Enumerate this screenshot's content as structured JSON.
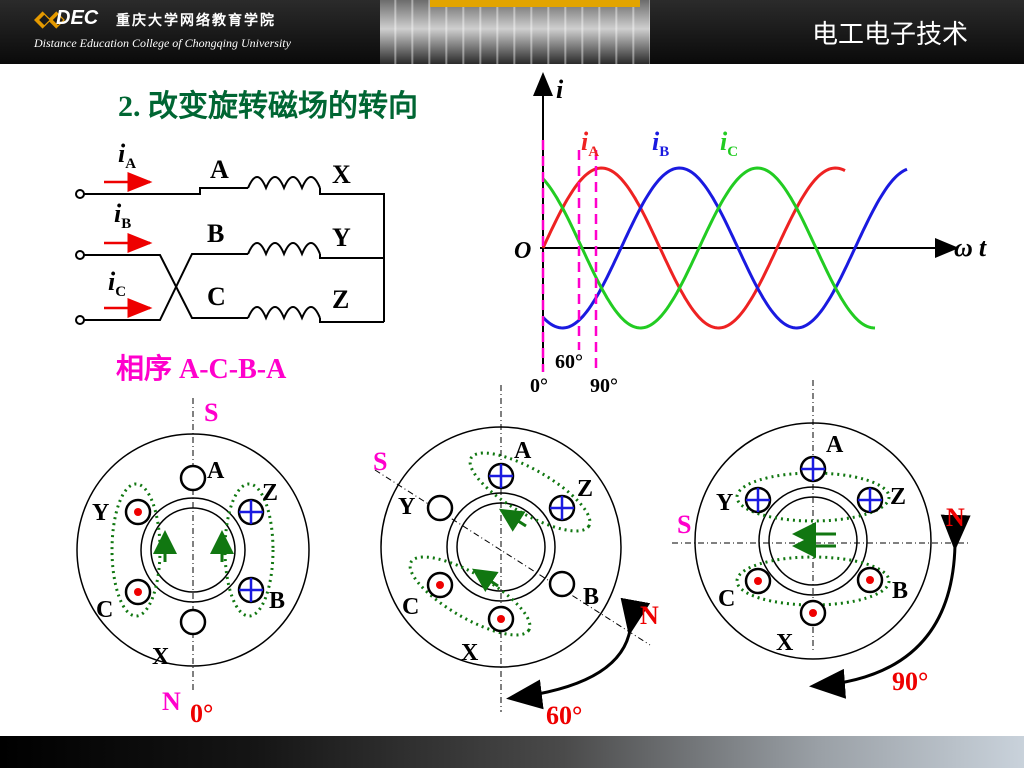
{
  "header": {
    "logo_text": "DEC",
    "college_cn": "重庆大学网络教育学院",
    "college_en": "Distance Education College of Chongqing University",
    "course_title": "电工电子技术"
  },
  "slide": {
    "title": "2. 改变旋转磁场的转向",
    "phase_sequence": "相序 A-C-B-A"
  },
  "circuit": {
    "currents": [
      {
        "sym": "i",
        "sub": "A"
      },
      {
        "sym": "i",
        "sub": "B"
      },
      {
        "sym": "i",
        "sub": "C"
      }
    ],
    "start_labels": [
      "A",
      "B",
      "C"
    ],
    "end_labels": [
      "X",
      "Y",
      "Z"
    ]
  },
  "waveform": {
    "y_axis": "i",
    "x_axis_omega": "ω",
    "x_axis_t": "t",
    "origin": "O",
    "series": [
      {
        "sym": "i",
        "sub": "A",
        "color": "#ee2222"
      },
      {
        "sym": "i",
        "sub": "B",
        "color": "#1a1ae0"
      },
      {
        "sym": "i",
        "sub": "C",
        "color": "#22cc22"
      }
    ],
    "marks": [
      "0°",
      "60°",
      "90°"
    ]
  },
  "stators": [
    {
      "pole_top": "S",
      "pole_bottom": "N",
      "angle": "0°",
      "slots": {
        "A": "A",
        "Z": "Z",
        "B": "B",
        "X": "X",
        "C": "C",
        "Y": "Y"
      }
    },
    {
      "pole_top": "S",
      "pole_bottom": "N",
      "angle": "60°",
      "slots": {
        "A": "A",
        "Z": "Z",
        "B": "B",
        "X": "X",
        "C": "C",
        "Y": "Y"
      }
    },
    {
      "pole_top": "S",
      "pole_bottom": "N",
      "angle": "90°",
      "slots": {
        "A": "A",
        "Z": "Z",
        "B": "B",
        "X": "X",
        "C": "C",
        "Y": "Y"
      }
    }
  ],
  "colors": {
    "title_green": "#006633",
    "magenta": "#ff00cc",
    "red": "#ee0000",
    "flux_green": "#117711"
  }
}
